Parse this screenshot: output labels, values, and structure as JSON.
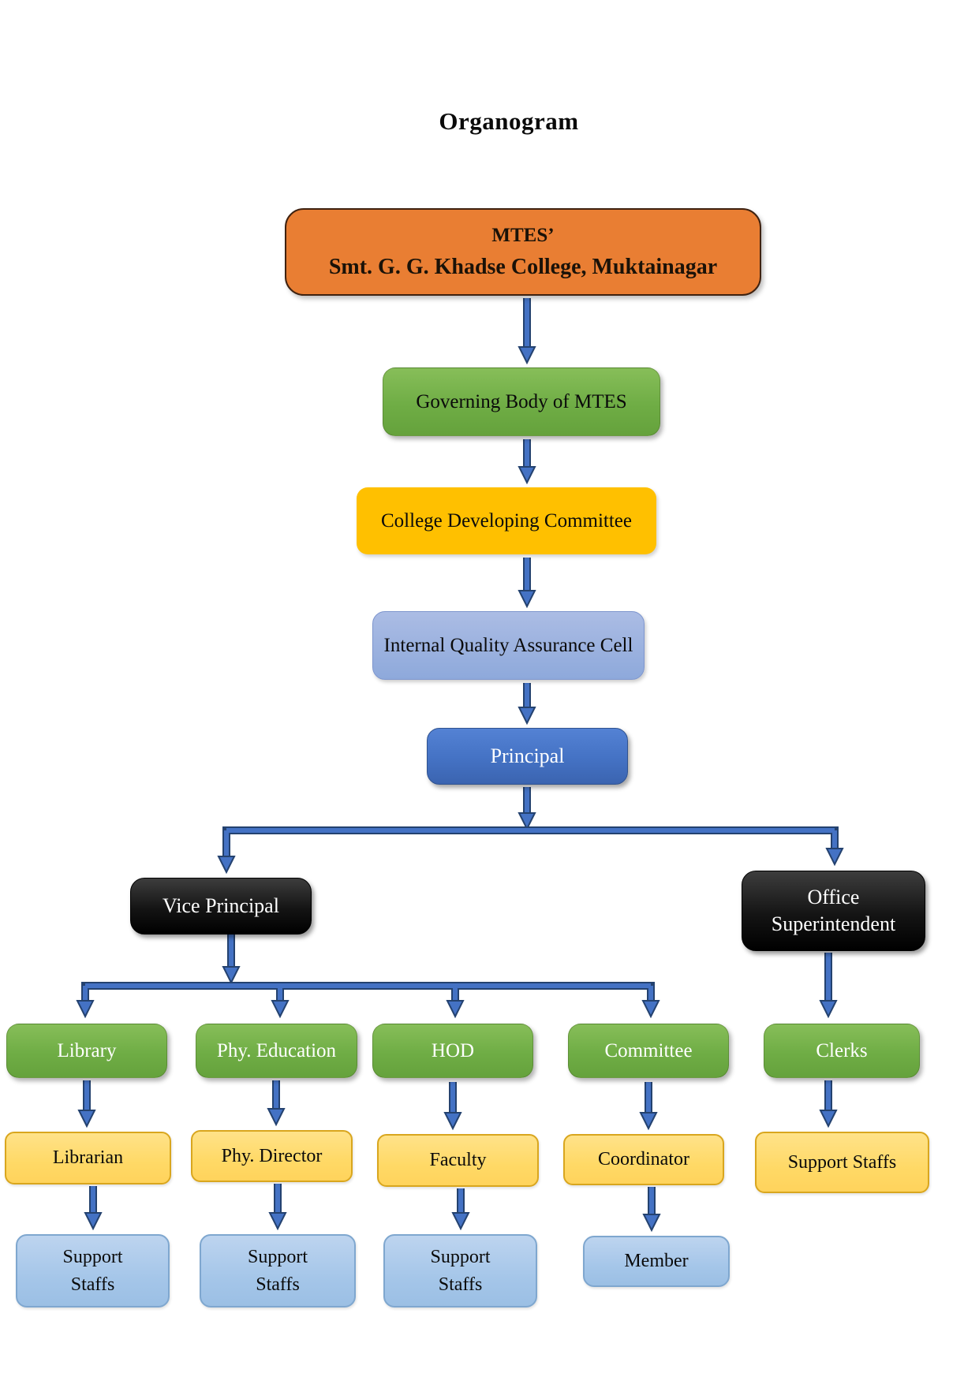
{
  "title": "Organogram",
  "colors": {
    "root_orange": "#e97e33",
    "green": "#70ad47",
    "gold": "#ffc000",
    "periwinkle": "#8ea9db",
    "principal_blue": "#4472c4",
    "black_node": "#111111",
    "tan": "#ffd966",
    "tan_border": "#d9a61e",
    "light_blue": "#a5c6e9",
    "light_blue_border": "#7fa7cf",
    "connector_fill": "#4472c4",
    "connector_outline": "#24426f"
  },
  "org": {
    "root": {
      "line1": "MTES’",
      "line2": "Smt. G. G. Khadse College, Muktainagar"
    },
    "governing_body": "Governing Body of MTES",
    "college_developing_committee": "College Developing Committee",
    "iqac": "Internal Quality Assurance Cell",
    "principal": "Principal",
    "vice_principal": "Vice Principal",
    "office_superintendent": "Office Superintendent",
    "columns": [
      {
        "head": "Library",
        "mid": "Librarian",
        "bottom": "Support Staffs"
      },
      {
        "head": "Phy. Education",
        "mid": "Phy. Director",
        "bottom": "Support Staffs"
      },
      {
        "head": "HOD",
        "mid": "Faculty",
        "bottom": "Support Staffs"
      },
      {
        "head": "Committee",
        "mid": "Coordinator",
        "bottom": "Member"
      },
      {
        "head": "Clerks",
        "mid": "Support Staffs",
        "bottom": null
      }
    ]
  }
}
